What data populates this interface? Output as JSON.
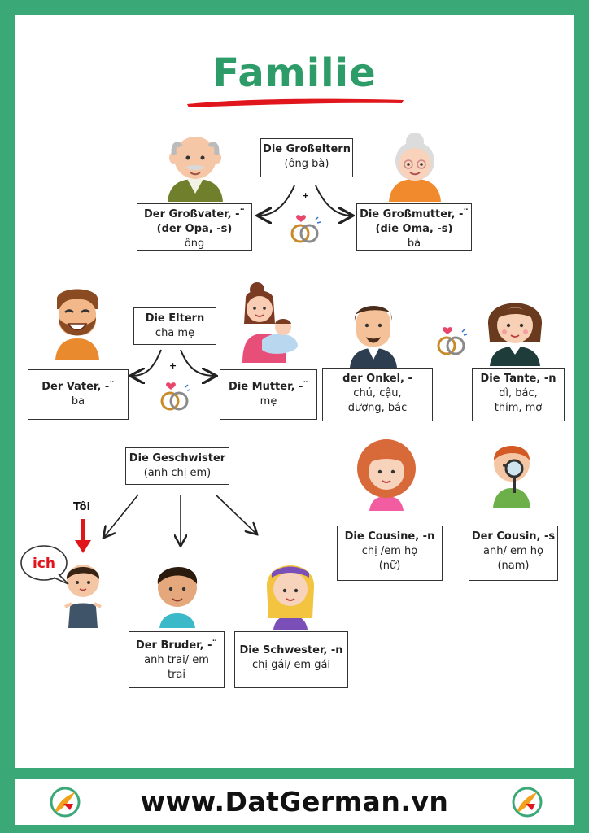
{
  "title": "Familie",
  "footer": {
    "website": "www.DatGerman.vn"
  },
  "boxes": {
    "grosseltern": {
      "de": "Die Großeltern",
      "vi": "(ông bà)"
    },
    "grossvater": {
      "de": "Der Großvater, -¨",
      "de2": "(der Opa, -s)",
      "vi": "ông"
    },
    "grossmutter": {
      "de": "Die Großmutter, -¨",
      "de2": "(die Oma, -s)",
      "vi": "bà"
    },
    "eltern": {
      "de": "Die Eltern",
      "vi": "cha mẹ"
    },
    "vater": {
      "de": "Der Vater, -¨",
      "vi": "ba"
    },
    "mutter": {
      "de": "Die Mutter, -¨",
      "vi": "mẹ"
    },
    "onkel": {
      "de": "der Onkel, -",
      "vi": "chú, cậu,",
      "vi2": "dượng, bác"
    },
    "tante": {
      "de": "Die Tante, -n",
      "vi": "dì, bác,",
      "vi2": "thím, mợ"
    },
    "geschwister": {
      "de": "Die Geschwister",
      "vi": "(anh chị em)"
    },
    "cousine": {
      "de": "Die Cousine, -n",
      "vi": "chị /em họ",
      "vi2": "(nữ)"
    },
    "cousin": {
      "de": "Der Cousin, -s",
      "vi": "anh/ em họ",
      "vi2": "(nam)"
    },
    "bruder": {
      "de": "Der Bruder, -¨",
      "vi": "anh trai/ em",
      "vi2": "trai"
    },
    "schwester": {
      "de": "Die Schwester, -n",
      "vi": "chị gái/ em gái"
    }
  },
  "plus_sign": "+",
  "me_label": "Tôi",
  "bubble_label": "ich",
  "colors": {
    "brand_green": "#2e9c69",
    "accent_red": "#e0161c",
    "border": "#3aa877"
  }
}
